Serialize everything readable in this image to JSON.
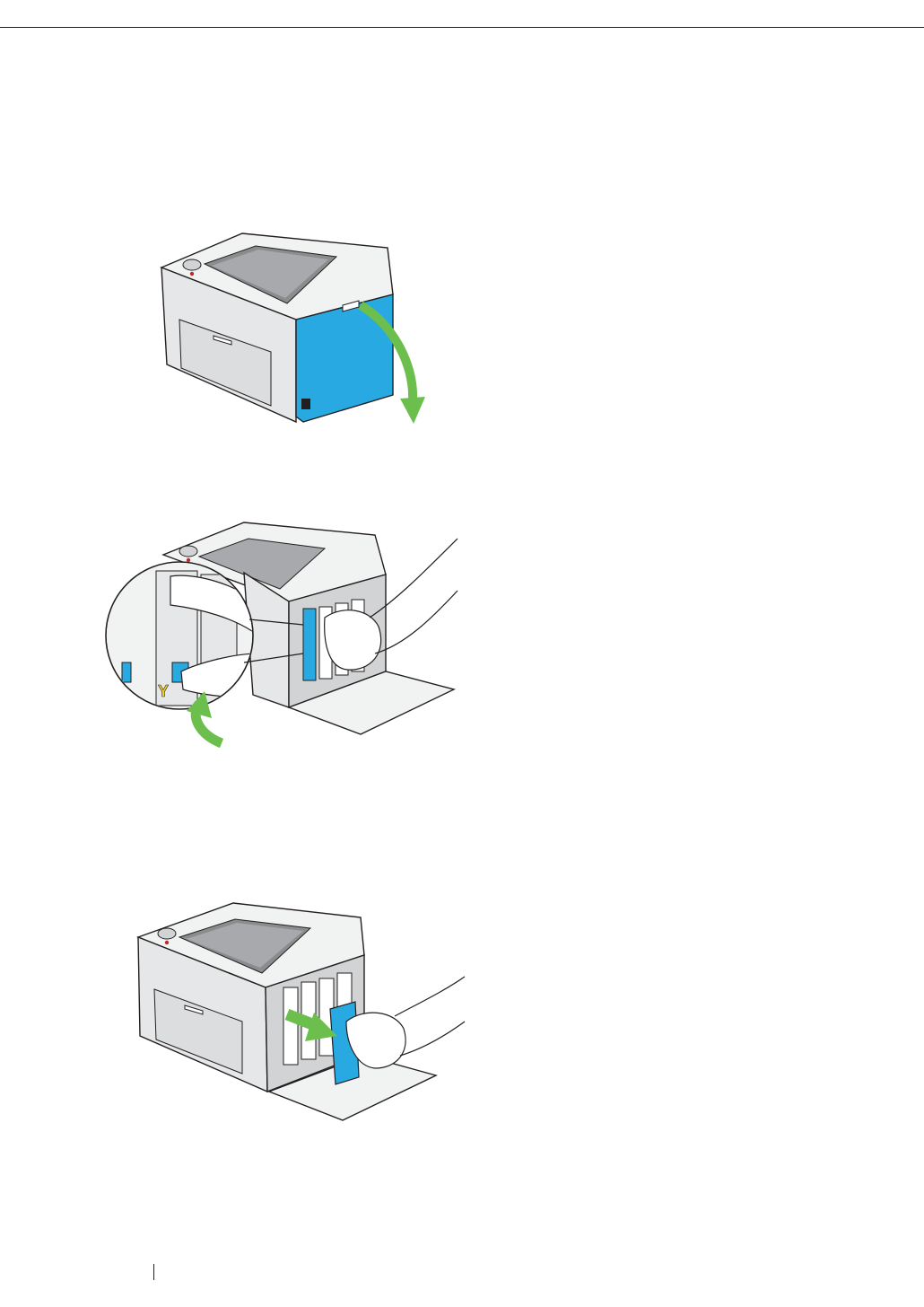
{
  "page": {
    "colors": {
      "accent_blue": "#29a9e1",
      "arrow_green": "#6cbf4c",
      "body_gray": "#e6e7e8",
      "line": "#231f20",
      "yellow_label": "#f3d21a"
    }
  },
  "illustrations": [
    {
      "id": "open-side-door",
      "icon": "printer-door-open-arrow-icon"
    },
    {
      "id": "push-cartridge-lever",
      "icon": "printer-cartridge-lever-icon",
      "badge_text": "Y"
    },
    {
      "id": "pull-out-cartridge",
      "icon": "printer-cartridge-remove-icon"
    }
  ]
}
